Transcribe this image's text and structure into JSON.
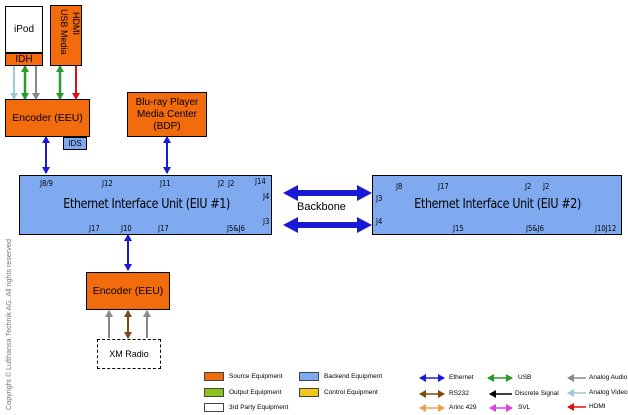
{
  "devices": {
    "ipod": "iPod",
    "idh": "IDH",
    "hdmi": "HDMI",
    "usb_media": "USB Media",
    "encoder_top": "Encoder (EEU)",
    "ids": "IDS",
    "bdp_line1": "Blu-ray Player",
    "bdp_line2": "Media Center",
    "bdp_line3": "(BDP)",
    "eiu1": "Ethernet Interface Unit (EIU #1)",
    "eiu2": "Ethernet Interface Unit (EIU #2)",
    "backbone": "Backbone",
    "encoder_bottom": "Encoder (EEU)",
    "xm_radio": "XM Radio"
  },
  "eiu1_jacks": {
    "j89": "J8/9",
    "j12": "J12",
    "j11": "J11",
    "j2a": "J2",
    "j2b": "J2",
    "j14": "J14",
    "j4": "J4",
    "j3": "J3",
    "j17a": "J17",
    "j10": "J10",
    "j17b": "J17",
    "j5j6": "J5&J6"
  },
  "eiu2_jacks": {
    "j8": "J8",
    "j17": "J17",
    "j2a": "J2",
    "j2b": "J2",
    "j3": "J3",
    "j4": "J4",
    "j15": "J15",
    "j5j6": "J5&J6",
    "j10j12": "J10J12"
  },
  "legend": {
    "source": "Source Equipment",
    "output": "Output Equipment",
    "third_party": "3rd Party Equipment",
    "backend": "Backend Equipment",
    "control": "Control Equipment",
    "ethernet": "Ethernet",
    "rs232": "RS232",
    "arinc": "Arinc 429",
    "usb": "USB",
    "discrete": "Discrete Signal",
    "svl": "SVL",
    "analog_audio": "Analog Audio",
    "analog_video": "Analog Video",
    "hdmi": "HDMI"
  },
  "copyright": "Copyright © Lufthansa Technik AG. All rights reserved",
  "colors": {
    "source": "#f26c0d",
    "backend": "#80aaf0",
    "output": "#8cc41c",
    "control": "#f0c81c",
    "ethernet": "#1a1ad6",
    "usb": "#2a9a2a",
    "hdmi": "#e01010",
    "analog_audio": "#888888",
    "analog_video": "#9cc8d8",
    "rs232": "#7a4a10",
    "arinc": "#f0a050",
    "svl": "#e040e0",
    "discrete": "#000000"
  }
}
